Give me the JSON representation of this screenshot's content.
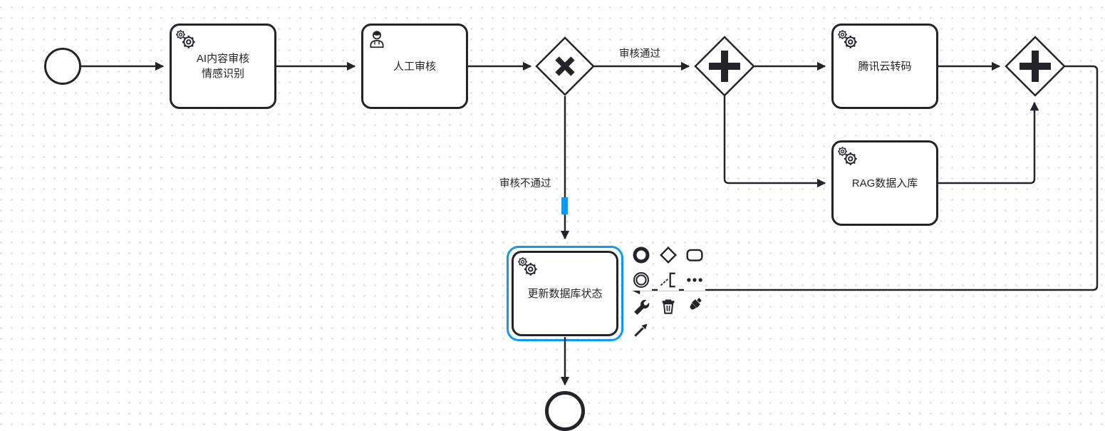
{
  "app": {
    "name": "bpmn-process-modeler-canvas"
  },
  "colors": {
    "stroke": "#22242a",
    "selection_blue": "#1199ee",
    "grid_dot": "#d9d9d9",
    "canvas_background": "#ffffff"
  },
  "process": {
    "nodes": {
      "start_event": {
        "type": "start-event",
        "label": ""
      },
      "task_ai_review": {
        "line1": "AI内容审核",
        "line2": "情感识别",
        "task_type": "service"
      },
      "task_manual_review": {
        "label": "人工审核",
        "task_type": "user"
      },
      "gateway_exclusive": {
        "type": "exclusive-gateway",
        "symbol": "X"
      },
      "gateway_parallel_split": {
        "type": "parallel-gateway",
        "symbol": "+"
      },
      "task_transcode": {
        "label": "腾讯云转码",
        "task_type": "service"
      },
      "task_rag": {
        "label": "RAG数据入库",
        "task_type": "service"
      },
      "gateway_parallel_join": {
        "type": "parallel-gateway",
        "symbol": "+"
      },
      "task_update_db": {
        "label": "更新数据库状态",
        "task_type": "service",
        "selected": true
      },
      "end_event": {
        "type": "end-event",
        "label": ""
      }
    },
    "edge_labels": {
      "approved": "审核通过",
      "rejected": "审核不通过"
    }
  },
  "context_pad": {
    "rows": [
      [
        "append-end-event",
        "append-gateway",
        "append-task"
      ],
      [
        "append-intermediate-event",
        "append-text-annotation",
        "more-options"
      ],
      [
        "change-type-wrench",
        "delete-trash",
        "color-brush"
      ],
      [
        "connect-arrow"
      ]
    ]
  }
}
